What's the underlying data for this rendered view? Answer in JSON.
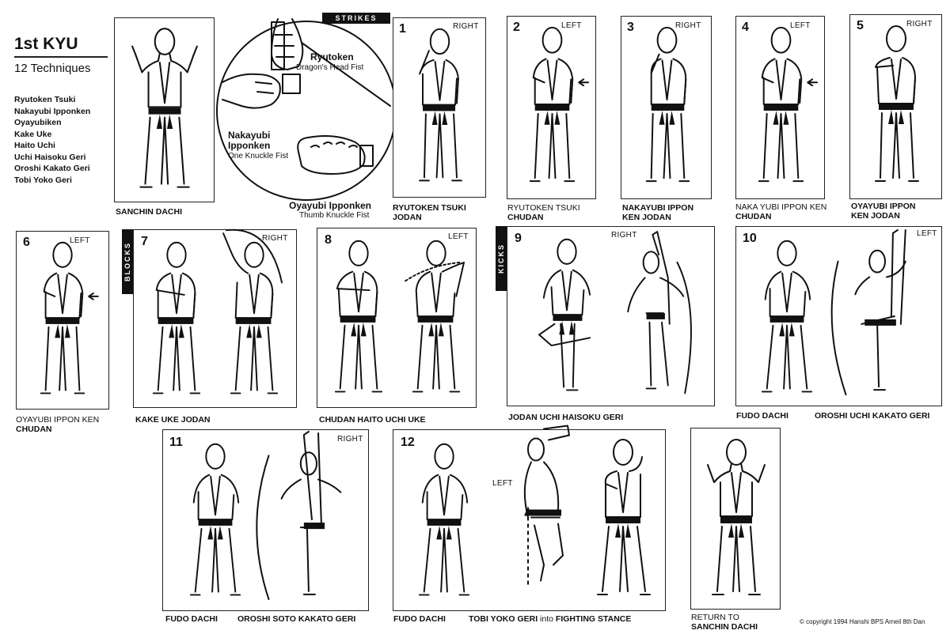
{
  "header": {
    "title": "1st KYU",
    "subtitle": "12 Techniques",
    "techniques": [
      "Ryutoken Tsuki",
      "Nakayubi Ipponken",
      "Oyayubiken",
      "Kake Uke",
      "Haito Uchi",
      "Uchi Haisoku Geri",
      "Oroshi Kakato Geri",
      "Tobi Yoko Geri"
    ]
  },
  "strikes": {
    "bar": "STRIKES",
    "ryutoken_name": "Ryutoken",
    "ryutoken_desc": "Dragon's Head Fist",
    "nakayubi_name1": "Nakayubi",
    "nakayubi_name2": "Ipponken",
    "nakayubi_desc": "One Knuckle Fist",
    "oyayubi_name": "Oyayubi Ipponken",
    "oyayubi_desc": "Thumb Knuckle Fist"
  },
  "sections": {
    "blocks": "BLOCKS",
    "kicks": "KICKS"
  },
  "panels": {
    "sanchin": {
      "caption": "SANCHIN DACHI"
    },
    "p1": {
      "num": "1",
      "dir": "RIGHT",
      "cap1": "RYUTOKEN TSUKI",
      "cap2": "JODAN"
    },
    "p2": {
      "num": "2",
      "dir": "LEFT",
      "cap1": "RYUTOKEN TSUKI",
      "cap2": "CHUDAN"
    },
    "p3": {
      "num": "3",
      "dir": "RIGHT",
      "cap1": "NAKAYUBI IPPON",
      "cap2": "KEN JODAN"
    },
    "p4": {
      "num": "4",
      "dir": "LEFT",
      "cap1": "NAKA YUBI IPPON KEN",
      "cap2": "CHUDAN"
    },
    "p5": {
      "num": "5",
      "dir": "RIGHT",
      "cap1": "OYAYUBI IPPON",
      "cap2": "KEN JODAN"
    },
    "p6": {
      "num": "6",
      "dir": "LEFT",
      "cap1": "OYAYUBI IPPON KEN",
      "cap2": "CHUDAN"
    },
    "p7": {
      "num": "7",
      "dir": "RIGHT",
      "cap1": "KAKE UKE JODAN"
    },
    "p8": {
      "num": "8",
      "dir": "LEFT",
      "cap1": "CHUDAN HAITO UCHI UKE"
    },
    "p9": {
      "num": "9",
      "dir": "RIGHT",
      "cap1": "JODAN UCHI HAISOKU GERI"
    },
    "p10": {
      "num": "10",
      "dir": "LEFT",
      "cap1": "FUDO DACHI",
      "cap2": "OROSHI UCHI KAKATO GERI"
    },
    "p11": {
      "num": "11",
      "dir": "RIGHT",
      "cap1": "FUDO DACHI",
      "cap2": "OROSHI SOTO KAKATO  GERI"
    },
    "p12": {
      "num": "12",
      "dir": "LEFT",
      "cap1": "FUDO DACHI",
      "cap2a": "TOBI YOKO GERI",
      "cap2b": " into ",
      "cap2c": "FIGHTING STANCE"
    },
    "ret": {
      "cap1": "RETURN TO",
      "cap2": "SANCHIN DACHI"
    }
  },
  "footer": {
    "copyright": "© copyright 1994 Hanshi BPS Arneil 8th Dan"
  }
}
